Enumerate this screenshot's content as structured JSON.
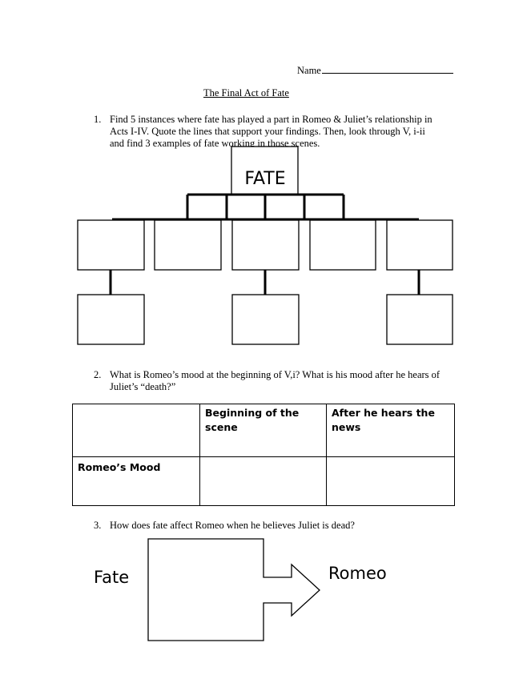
{
  "header": {
    "name_label": "Name"
  },
  "title": "The Final Act of Fate",
  "questions": [
    {
      "number": "1.",
      "lines": [
        "Find 5 instances where fate has played a part in Romeo & Juliet’s relationship in",
        "Acts I-IV. Quote the lines that support your findings. Then, look through V, i-ii",
        "and find 3 examples of fate working in those scenes."
      ]
    },
    {
      "number": "2.",
      "lines": [
        "What is Romeo’s mood at the beginning of V,i? What is his mood after he hears of",
        "Juliet’s “death?”"
      ]
    },
    {
      "number": "3.",
      "lines": [
        "How does fate affect Romeo when he believes Juliet is dead?"
      ]
    }
  ],
  "fate_diagram": {
    "root_label": "FATE"
  },
  "mood_table": {
    "headers": [
      "",
      "Beginning of the scene",
      "After he hears the news"
    ],
    "header_lines": [
      [],
      [
        "Beginning of the",
        "scene"
      ],
      [
        "After he hears the",
        "news"
      ]
    ],
    "row_label": "Romeo’s Mood"
  },
  "arrow_diagram": {
    "left_label": "Fate",
    "right_label": "Romeo"
  }
}
